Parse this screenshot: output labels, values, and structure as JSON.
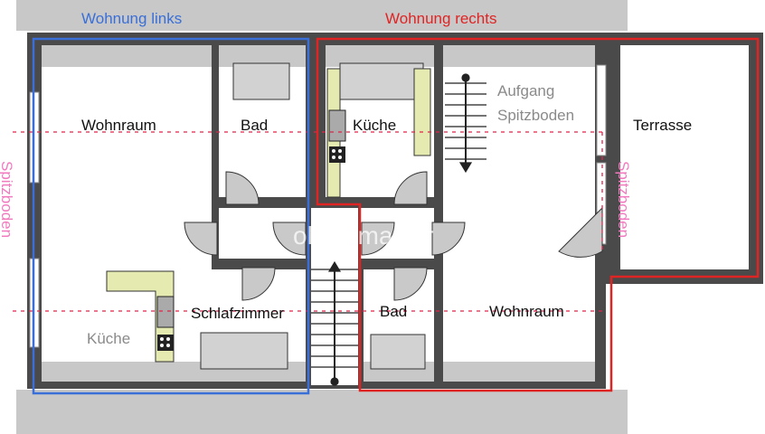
{
  "zones": {
    "left_apartment": "Wohnung links",
    "right_apartment": "Wohnung rechts",
    "attic_left": "Spitzboden",
    "attic_right": "Spitzboden"
  },
  "rooms": {
    "living_left": "Wohnraum",
    "bath_upper": "Bad",
    "kitchen_upper": "Küche",
    "stair_attic_1": "Aufgang",
    "stair_attic_2": "Spitzboden",
    "terrace": "Terrasse",
    "kitchen_left": "Küche",
    "bedroom": "Schlafzimmer",
    "bath_lower": "Bad",
    "living_right": "Wohnraum"
  },
  "watermark": "ohne-makler",
  "colors": {
    "left_outline": "#3a6fd8",
    "right_outline": "#e02424",
    "attic_line": "#e0244a",
    "wall": "#4a4a4a",
    "eaves": "#c8c8c8",
    "counter": "#e4eab0"
  }
}
